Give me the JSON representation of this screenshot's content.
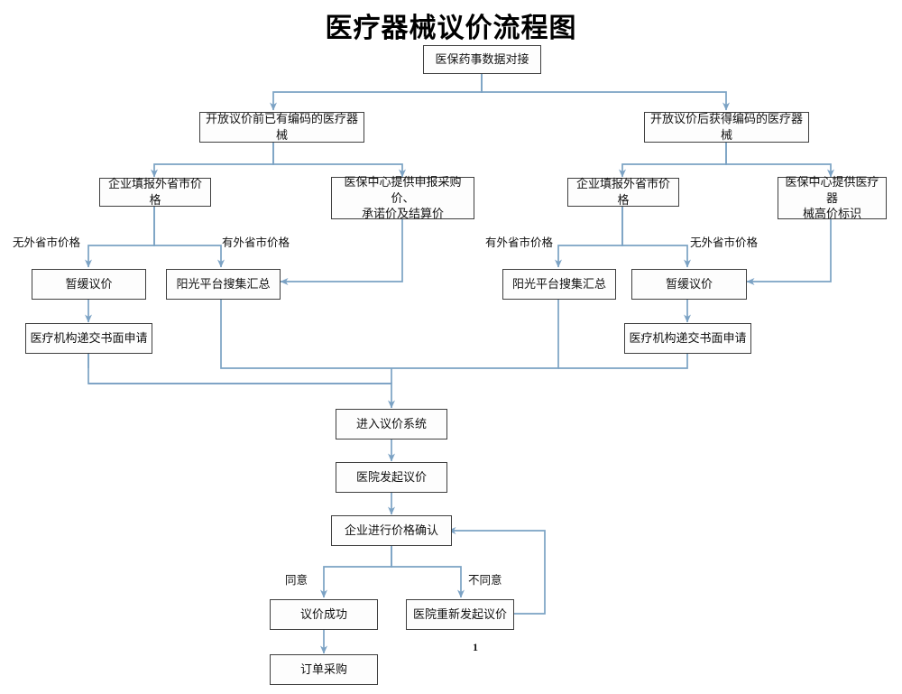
{
  "page": {
    "title": "医疗器械议价流程图",
    "page_number": "1",
    "line_color": "#7ba2c4",
    "box_border_color": "#3f3f3f",
    "background": "#ffffff"
  },
  "nodes": {
    "root": "医保药事数据对接",
    "left_branch": "开放议价前已有编码的医疗器械",
    "right_branch": "开放议价后获得编码的医疗器械",
    "left_fill_price": "企业填报外省市价格",
    "left_center_price_line1": "医保中心提供申报采购价、",
    "left_center_price_line2": "承诺价及结算价",
    "left_delay": "暂缓议价",
    "left_sunshine": "阳光平台搜集汇总",
    "left_written_apply": "医疗机构递交书面申请",
    "right_fill_price": "企业填报外省市价格",
    "right_high_price_line1": "医保中心提供医疗器",
    "right_high_price_line2": "械高价标识",
    "right_sunshine": "阳光平台搜集汇总",
    "right_delay": "暂缓议价",
    "right_written_apply": "医疗机构递交书面申请",
    "enter_system": "进入议价系统",
    "hospital_start": "医院发起议价",
    "company_confirm": "企业进行价格确认",
    "success": "议价成功",
    "restart": "医院重新发起议价",
    "order_purchase": "订单采购"
  },
  "edge_labels": {
    "left_no_price": "无外省市价格",
    "left_has_price": "有外省市价格",
    "right_has_price": "有外省市价格",
    "right_no_price": "无外省市价格",
    "agree": "同意",
    "disagree": "不同意"
  }
}
